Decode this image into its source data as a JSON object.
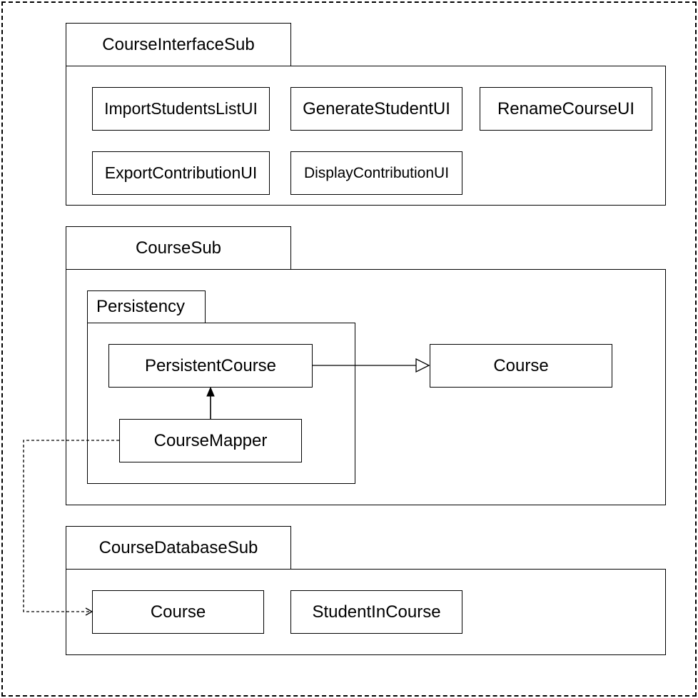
{
  "packages": {
    "interface": {
      "title": "CourseInterfaceSub",
      "components": {
        "import_students": "ImportStudentsListUI",
        "generate_student": "GenerateStudentUI",
        "rename_course": "RenameCourseUI",
        "export_contribution": "ExportContributionUI",
        "display_contribution": "DisplayContributionUI"
      }
    },
    "course": {
      "title": "CourseSub",
      "persistency": {
        "title": "Persistency",
        "components": {
          "persistent_course": "PersistentCourse",
          "course_mapper": "CourseMapper"
        }
      },
      "components": {
        "course": "Course"
      }
    },
    "database": {
      "title": "CourseDatabaseSub",
      "components": {
        "course": "Course",
        "student_in_course": "StudentInCourse"
      }
    }
  },
  "relations": [
    {
      "from": "PersistentCourse",
      "to": "Course",
      "kind": "generalization"
    },
    {
      "from": "CourseMapper",
      "to": "PersistentCourse",
      "kind": "association"
    },
    {
      "from": "CourseMapper",
      "to": "Course",
      "kind": "dependency"
    }
  ]
}
